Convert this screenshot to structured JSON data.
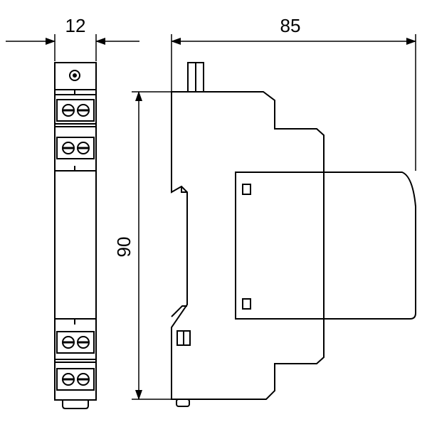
{
  "dimensions": {
    "width_front": "12",
    "depth": "85",
    "height": "90"
  },
  "colors": {
    "line": "#000000",
    "background": "#ffffff"
  }
}
